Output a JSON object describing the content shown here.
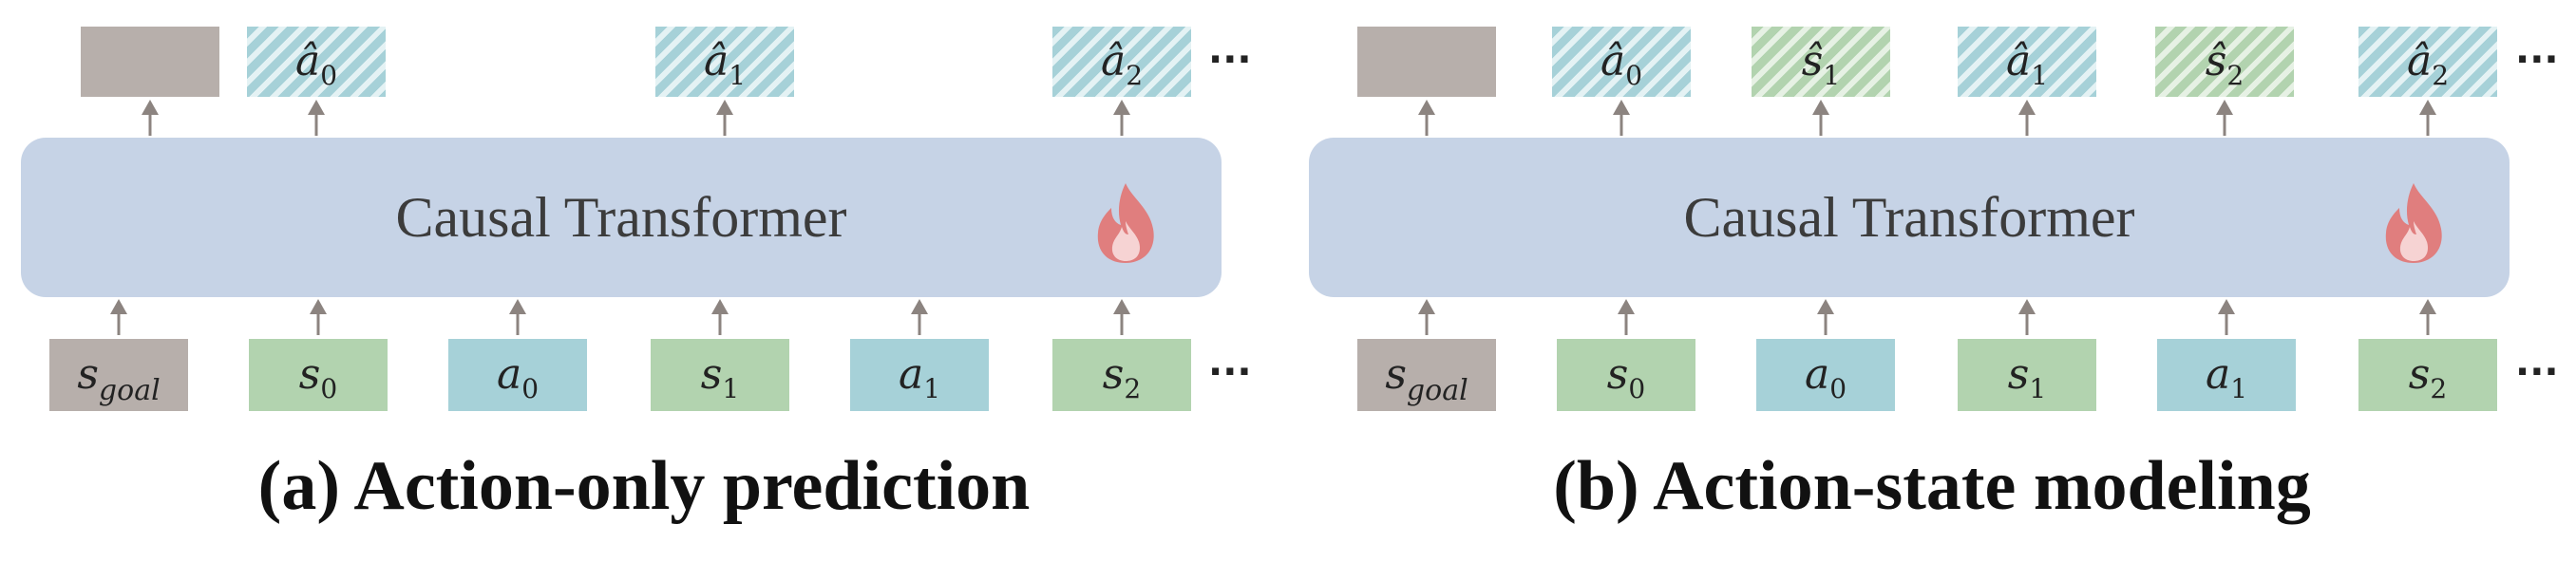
{
  "panels": [
    {
      "caption": "(a) Action-only prediction",
      "transformer_label": "Causal Transformer",
      "flame_icon": "fire-icon",
      "inputs": [
        {
          "kind": "g",
          "base": "s",
          "sub": "goal"
        },
        {
          "kind": "s",
          "base": "s",
          "sub": "0"
        },
        {
          "kind": "a",
          "base": "a",
          "sub": "0"
        },
        {
          "kind": "s",
          "base": "s",
          "sub": "1"
        },
        {
          "kind": "a",
          "base": "a",
          "sub": "1"
        },
        {
          "kind": "s",
          "base": "s",
          "sub": "2"
        }
      ],
      "outputs": [
        {
          "kind": "g",
          "base": "",
          "sub": ""
        },
        {
          "kind": "a",
          "base": "â",
          "sub": "0"
        },
        {
          "kind": "a",
          "base": "â",
          "sub": "1"
        },
        {
          "kind": "a",
          "base": "â",
          "sub": "2"
        }
      ],
      "ellipsis": "···"
    },
    {
      "caption": "(b) Action-state modeling",
      "transformer_label": "Causal Transformer",
      "flame_icon": "fire-icon",
      "inputs": [
        {
          "kind": "g",
          "base": "s",
          "sub": "goal"
        },
        {
          "kind": "s",
          "base": "s",
          "sub": "0"
        },
        {
          "kind": "a",
          "base": "a",
          "sub": "0"
        },
        {
          "kind": "s",
          "base": "s",
          "sub": "1"
        },
        {
          "kind": "a",
          "base": "a",
          "sub": "1"
        },
        {
          "kind": "s",
          "base": "s",
          "sub": "2"
        }
      ],
      "outputs": [
        {
          "kind": "g",
          "base": "",
          "sub": ""
        },
        {
          "kind": "a",
          "base": "â",
          "sub": "0"
        },
        {
          "kind": "s",
          "base": "ŝ",
          "sub": "1"
        },
        {
          "kind": "a",
          "base": "â",
          "sub": "1"
        },
        {
          "kind": "s",
          "base": "ŝ",
          "sub": "2"
        },
        {
          "kind": "a",
          "base": "â",
          "sub": "2"
        }
      ],
      "ellipsis": "···"
    }
  ],
  "colors": {
    "transformer_bg": "#c6d3e6",
    "state": "#b2d3af",
    "action": "#a6d1d8",
    "goal": "#b7afab",
    "arrow": "#8c8480",
    "flame_outer": "#e07e7e",
    "flame_inner": "#f6d3d3"
  }
}
